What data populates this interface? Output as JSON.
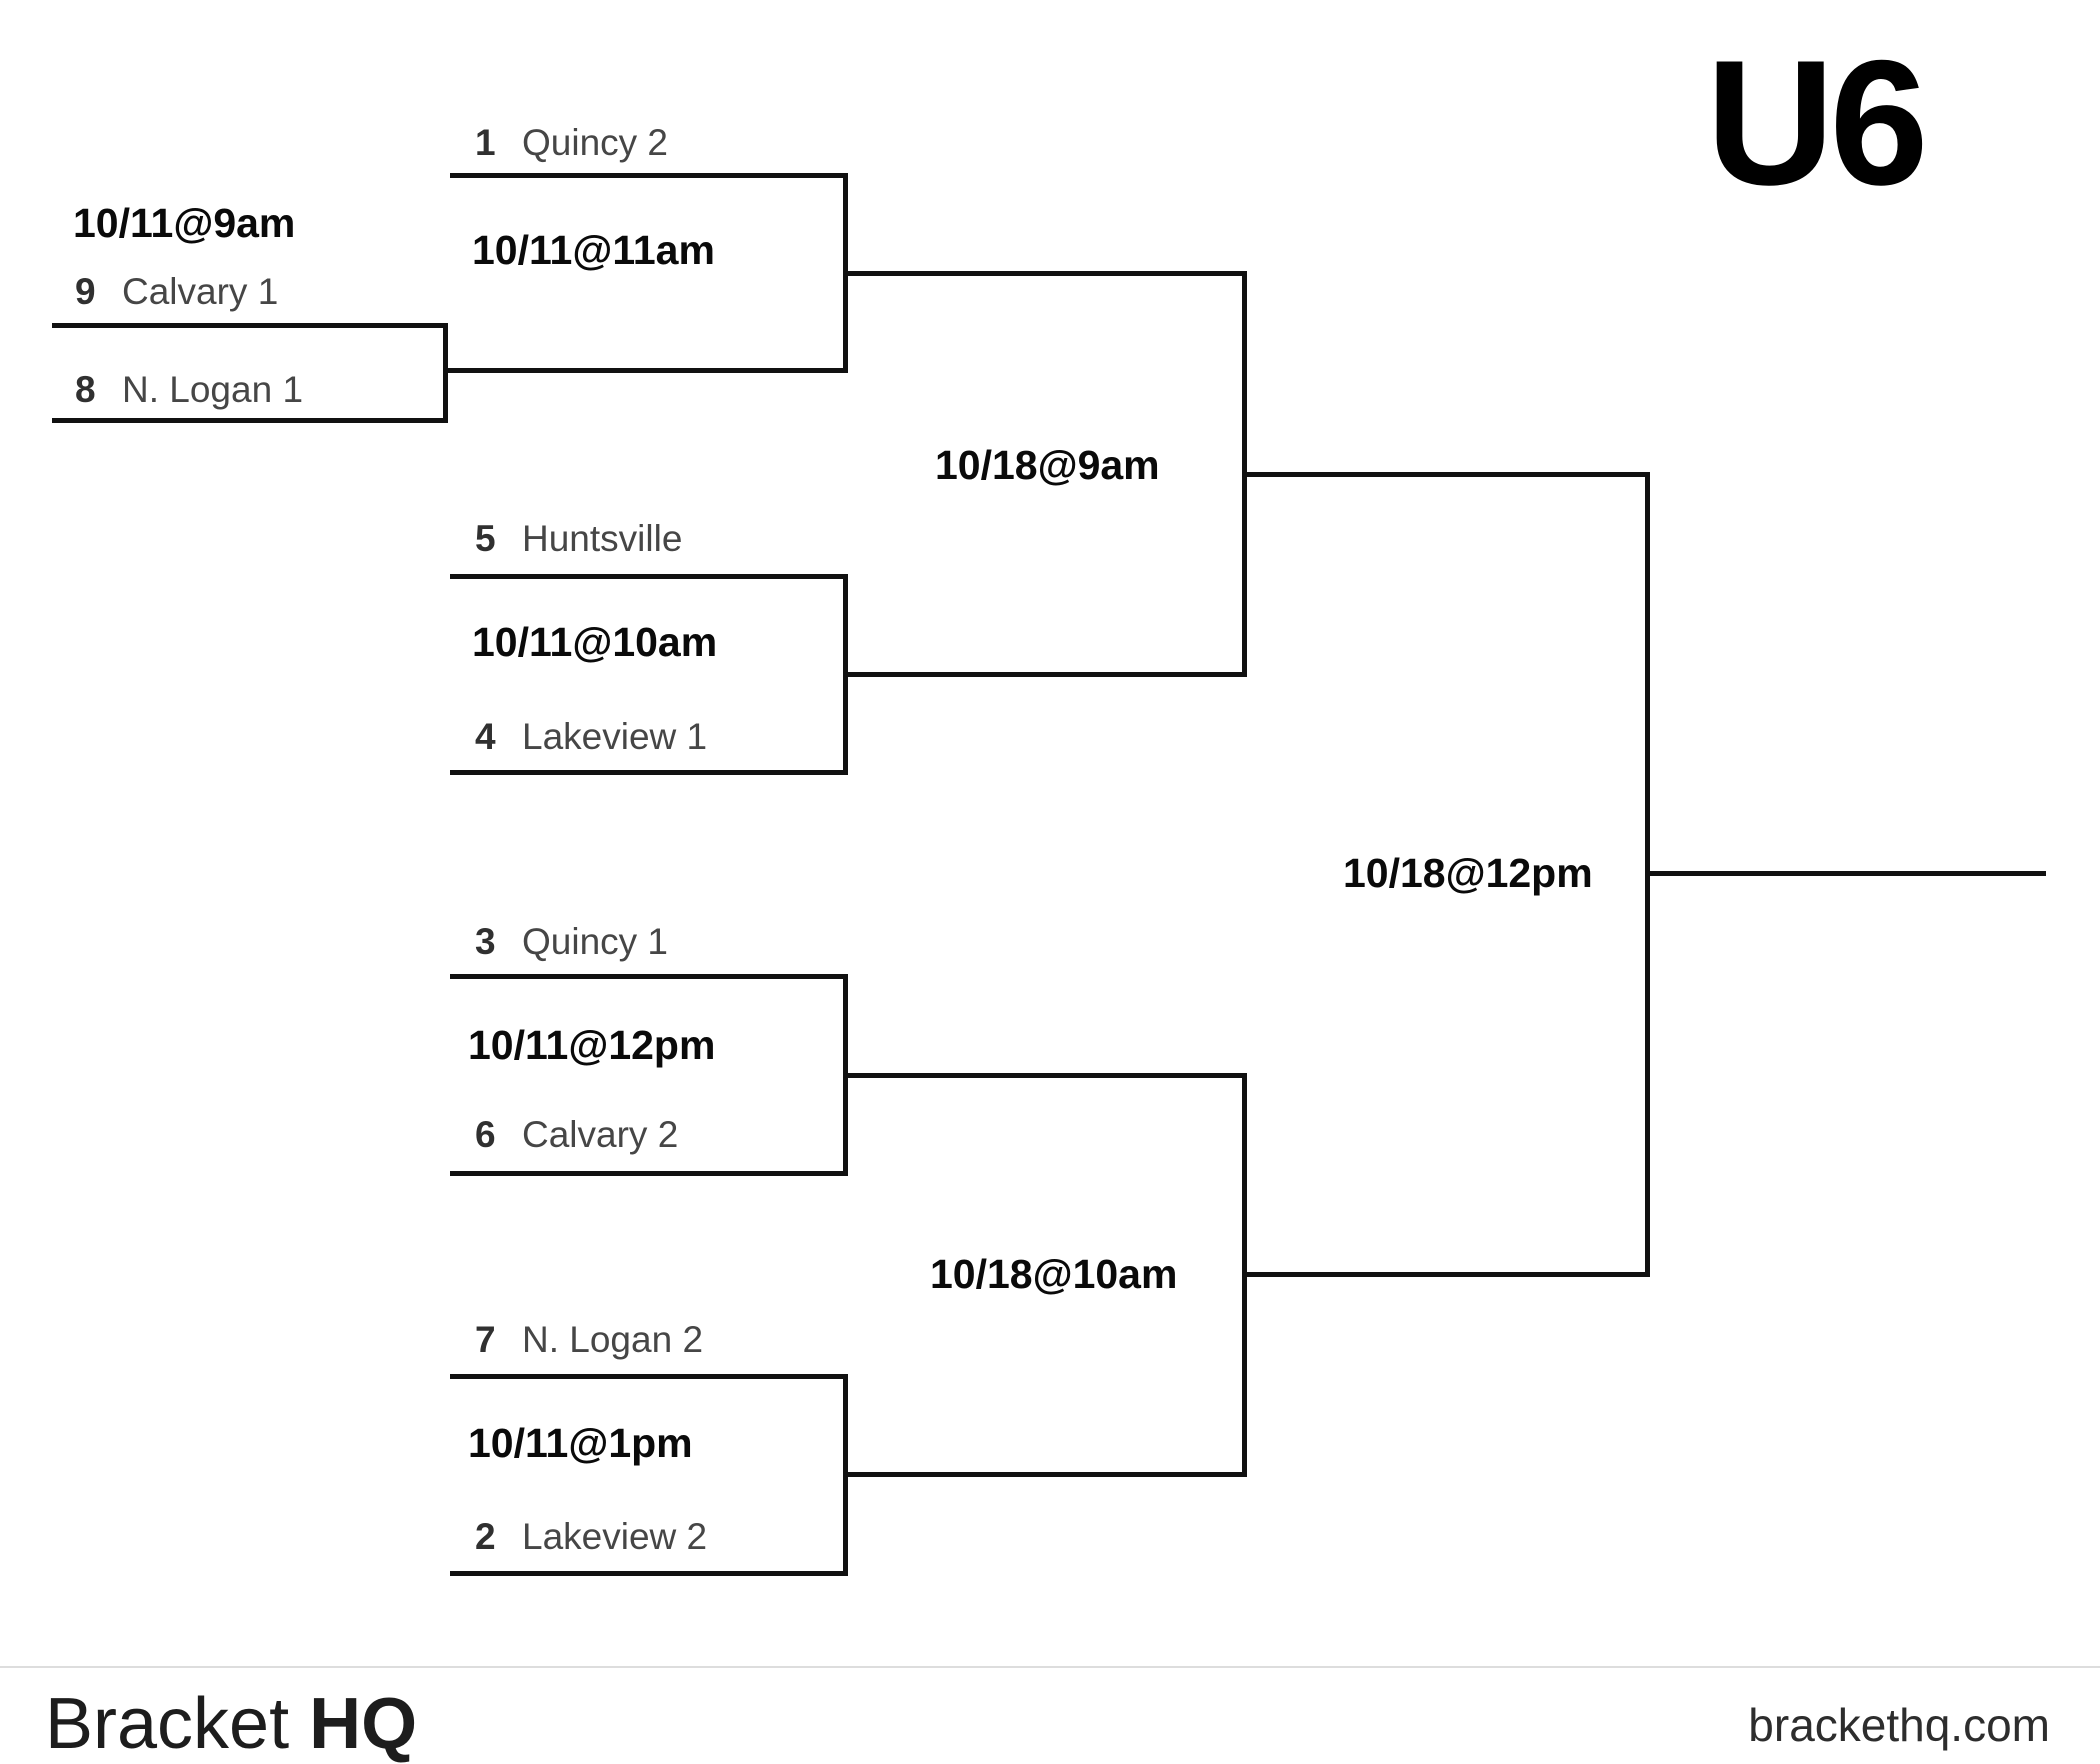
{
  "title": "U6",
  "bracket": {
    "playin": {
      "label": "10/11@9am",
      "top": {
        "seed": "9",
        "name": "Calvary 1"
      },
      "bottom": {
        "seed": "8",
        "name": "N. Logan 1"
      }
    },
    "match_a": {
      "label": "10/11@11am",
      "top": {
        "seed": "1",
        "name": "Quincy 2"
      }
    },
    "match_b": {
      "label": "10/11@10am",
      "top": {
        "seed": "5",
        "name": "Huntsville"
      },
      "bottom": {
        "seed": "4",
        "name": "Lakeview 1"
      }
    },
    "match_c": {
      "label": "10/11@12pm",
      "top": {
        "seed": "3",
        "name": "Quincy 1"
      },
      "bottom": {
        "seed": "6",
        "name": "Calvary 2"
      }
    },
    "match_d": {
      "label": "10/11@1pm",
      "top": {
        "seed": "7",
        "name": "N. Logan 2"
      },
      "bottom": {
        "seed": "2",
        "name": "Lakeview 2"
      }
    },
    "semifinal_1": {
      "label": "10/18@9am"
    },
    "semifinal_2": {
      "label": "10/18@10am"
    },
    "final": {
      "label": "10/18@12pm"
    }
  },
  "footer": {
    "brand_light": "Bracket",
    "brand_bold": "HQ",
    "site": "brackethq.com"
  }
}
